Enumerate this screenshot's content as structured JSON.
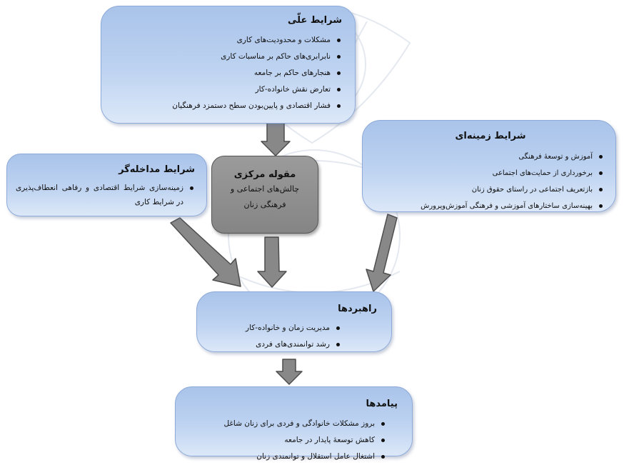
{
  "causal_conditions": {
    "title": "شرایط علّی",
    "items": [
      "مشکلات و محدودیت‌های کاری",
      "نابرابری‌های حاکم بر مناسبات کاری",
      "هنجارهای حاکم بر جامعه",
      "تعارض نقش خانواده-کار",
      "فشار اقتصادی و پایین‌بودن سطح دستمزد فرهنگیان"
    ]
  },
  "contextual_conditions": {
    "title": "شرایط زمینه‌ای",
    "items": [
      "آموزش و توسعهٔ فرهنگی",
      "برخورداری از حمایت‌های اجتماعی",
      "بازتعریف اجتماعی در راستای حقوق زنان",
      "بهینه‌سازی ساختارهای آموزشی و فرهنگی آموزش‌وپرورش"
    ]
  },
  "intervening_conditions": {
    "title": "شرایط مداخله‌گر",
    "text": "زمینه‌سازی شرایط اقتصادی و رفاهی انعطاف‌پذیری در شرایط کاری"
  },
  "core_category": {
    "title": "مقوله مرکزی",
    "lines": [
      "چالش‌های اجتماعی و",
      "فرهنگی زنان"
    ]
  },
  "strategies": {
    "title": "راهبردها",
    "items": [
      "مدیریت زمان و خانواده-کار",
      "رشد توانمندی‌های فردی"
    ]
  },
  "outcomes": {
    "title": "پیامدها",
    "items": [
      "بروز مشکلات خانوادگی و فردی برای زنان شاغل",
      "کاهش توسعهٔ پایدار در جامعه",
      "اشتغال عامل استقلال و توانمندی زنان"
    ]
  },
  "colors": {
    "box_fill": "#bed3f1",
    "box_border": "#8eaad8",
    "core_fill": "#8e8e8e",
    "arrow_fill": "#888888",
    "arrow_stroke": "#4d4d4d"
  }
}
